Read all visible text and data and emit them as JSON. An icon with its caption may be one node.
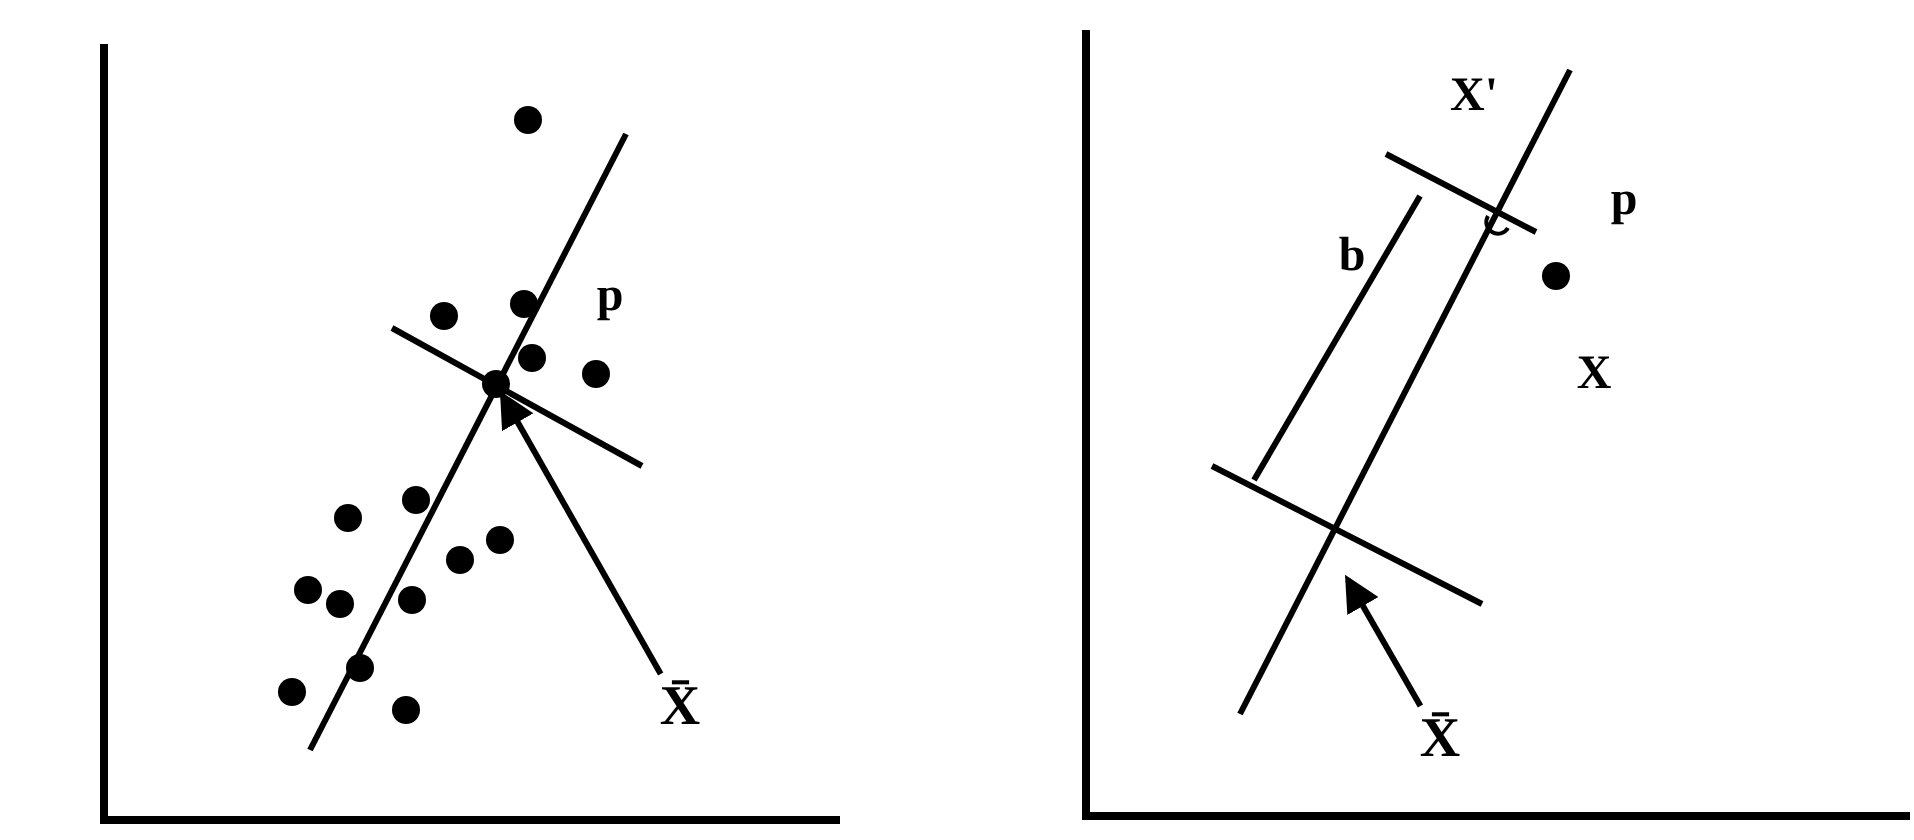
{
  "diagram": {
    "nodes": [
      {
        "text": [
          "X̄"
        ]
      },
      {
        "text": [],
        "shape": "circle"
      },
      {
        "text": [
          "X̄"
        ]
      },
      {
        "text": [],
        "shape": "circle"
      },
      {
        "text": [],
        "shape": "circle"
      },
      {
        "text": [],
        "shape": "circle"
      },
      {
        "text": [],
        "shape": "circle"
      },
      {
        "text": [],
        "shape": "circle"
      },
      {
        "text": [],
        "shape": "circle"
      },
      {
        "text": [],
        "shape": "circle"
      },
      {
        "text": [],
        "shape": "circle"
      },
      {
        "text": [],
        "shape": "circle"
      },
      {
        "text": [],
        "shape": "circle"
      },
      {
        "text": [],
        "shape": "circle"
      },
      {
        "text": [],
        "shape": "circle"
      },
      {
        "text": [],
        "shape": "circle"
      },
      {
        "text": [],
        "shape": "circle"
      },
      {
        "text": [],
        "shape": "circle"
      },
      {
        "text": [],
        "shape": "circle"
      }
    ],
    "edges": [
      {
        "from": 0,
        "to": 1,
        "arrow": "to"
      },
      {
        "from": 2,
        "to": null,
        "arrow": "to"
      }
    ],
    "labels": [
      "p",
      "X'",
      "p",
      "b",
      "X"
    ]
  }
}
